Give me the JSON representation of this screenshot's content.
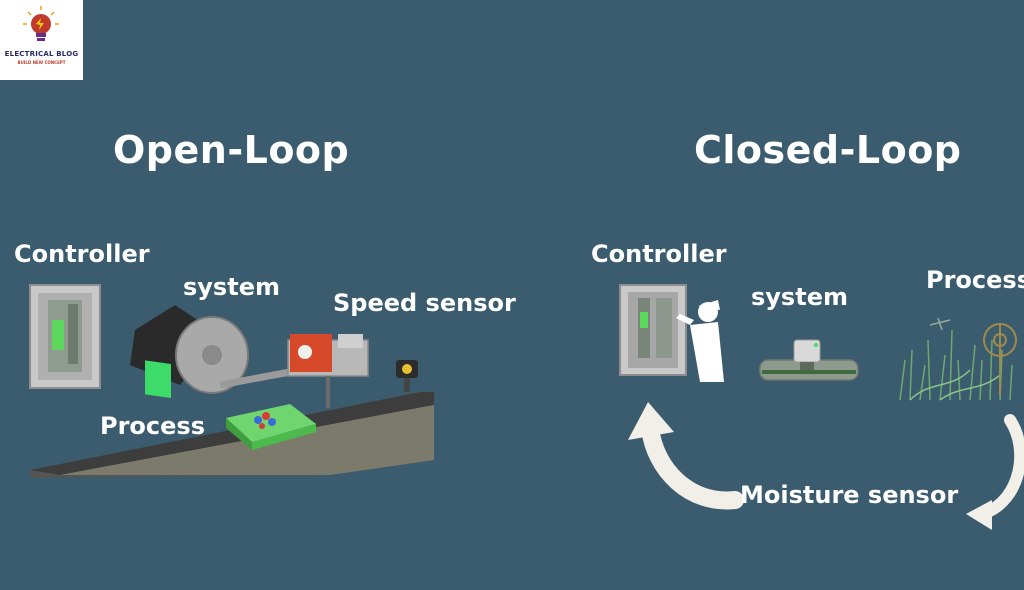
{
  "logo": {
    "name": "ELECTRICAL BLOG",
    "tagline": "BUILD NEW CONCEPT"
  },
  "open_loop": {
    "title": "Open-Loop",
    "labels": {
      "controller": "Controller",
      "system": "system",
      "speed_sensor": "Speed sensor",
      "process": "Process"
    }
  },
  "closed_loop": {
    "title": "Closed-Loop",
    "labels": {
      "controller": "Controller",
      "system": "system",
      "process": "Process",
      "moisture_sensor": "Moisture sensor"
    }
  },
  "colors": {
    "background": "#3b5c6e",
    "text": "#ffffff",
    "arrow": "#f2efe8"
  }
}
